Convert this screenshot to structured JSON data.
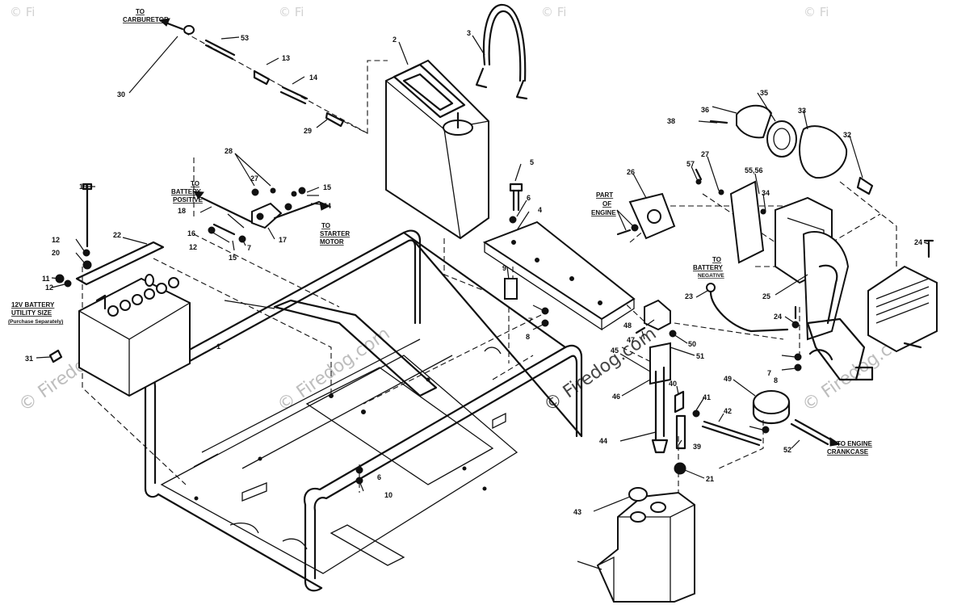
{
  "part_numbers": [
    "1",
    "2",
    "3",
    "4",
    "5",
    "6",
    "6",
    "7",
    "7",
    "7",
    "8",
    "8",
    "9",
    "10",
    "11",
    "12",
    "12",
    "12",
    "13",
    "14",
    "15",
    "15",
    "16",
    "17",
    "18",
    "19",
    "20",
    "21",
    "22",
    "23",
    "24",
    "24",
    "25",
    "26",
    "27",
    "27",
    "28",
    "29",
    "30",
    "31",
    "32",
    "33",
    "34",
    "35",
    "36",
    "38",
    "39",
    "40",
    "41",
    "42",
    "43",
    "44",
    "45",
    "46",
    "47",
    "48",
    "49",
    "50",
    "51",
    "52",
    "53",
    "54",
    "55,56",
    "57"
  ],
  "notes": {
    "to_carburetor": [
      "TO",
      "CARBURETOR"
    ],
    "to_battery_positive": [
      "TO",
      "BATTERY",
      "POSITIVE"
    ],
    "to_starter_motor": [
      "TO",
      "STARTER",
      "MOTOR"
    ],
    "battery_label": [
      "12V BATTERY",
      "UTILITY SIZE",
      "(Purchase Separately)"
    ],
    "part_of_engine": [
      "PART",
      "OF",
      "ENGINE"
    ],
    "to_battery_negative": [
      "TO",
      "BATTERY",
      "NEGATIVE"
    ],
    "to_engine_crankcase": [
      "TO ENGINE",
      "CRANKCASE"
    ]
  },
  "watermark": "© Firedog.com",
  "watermark_short": "© Fi"
}
